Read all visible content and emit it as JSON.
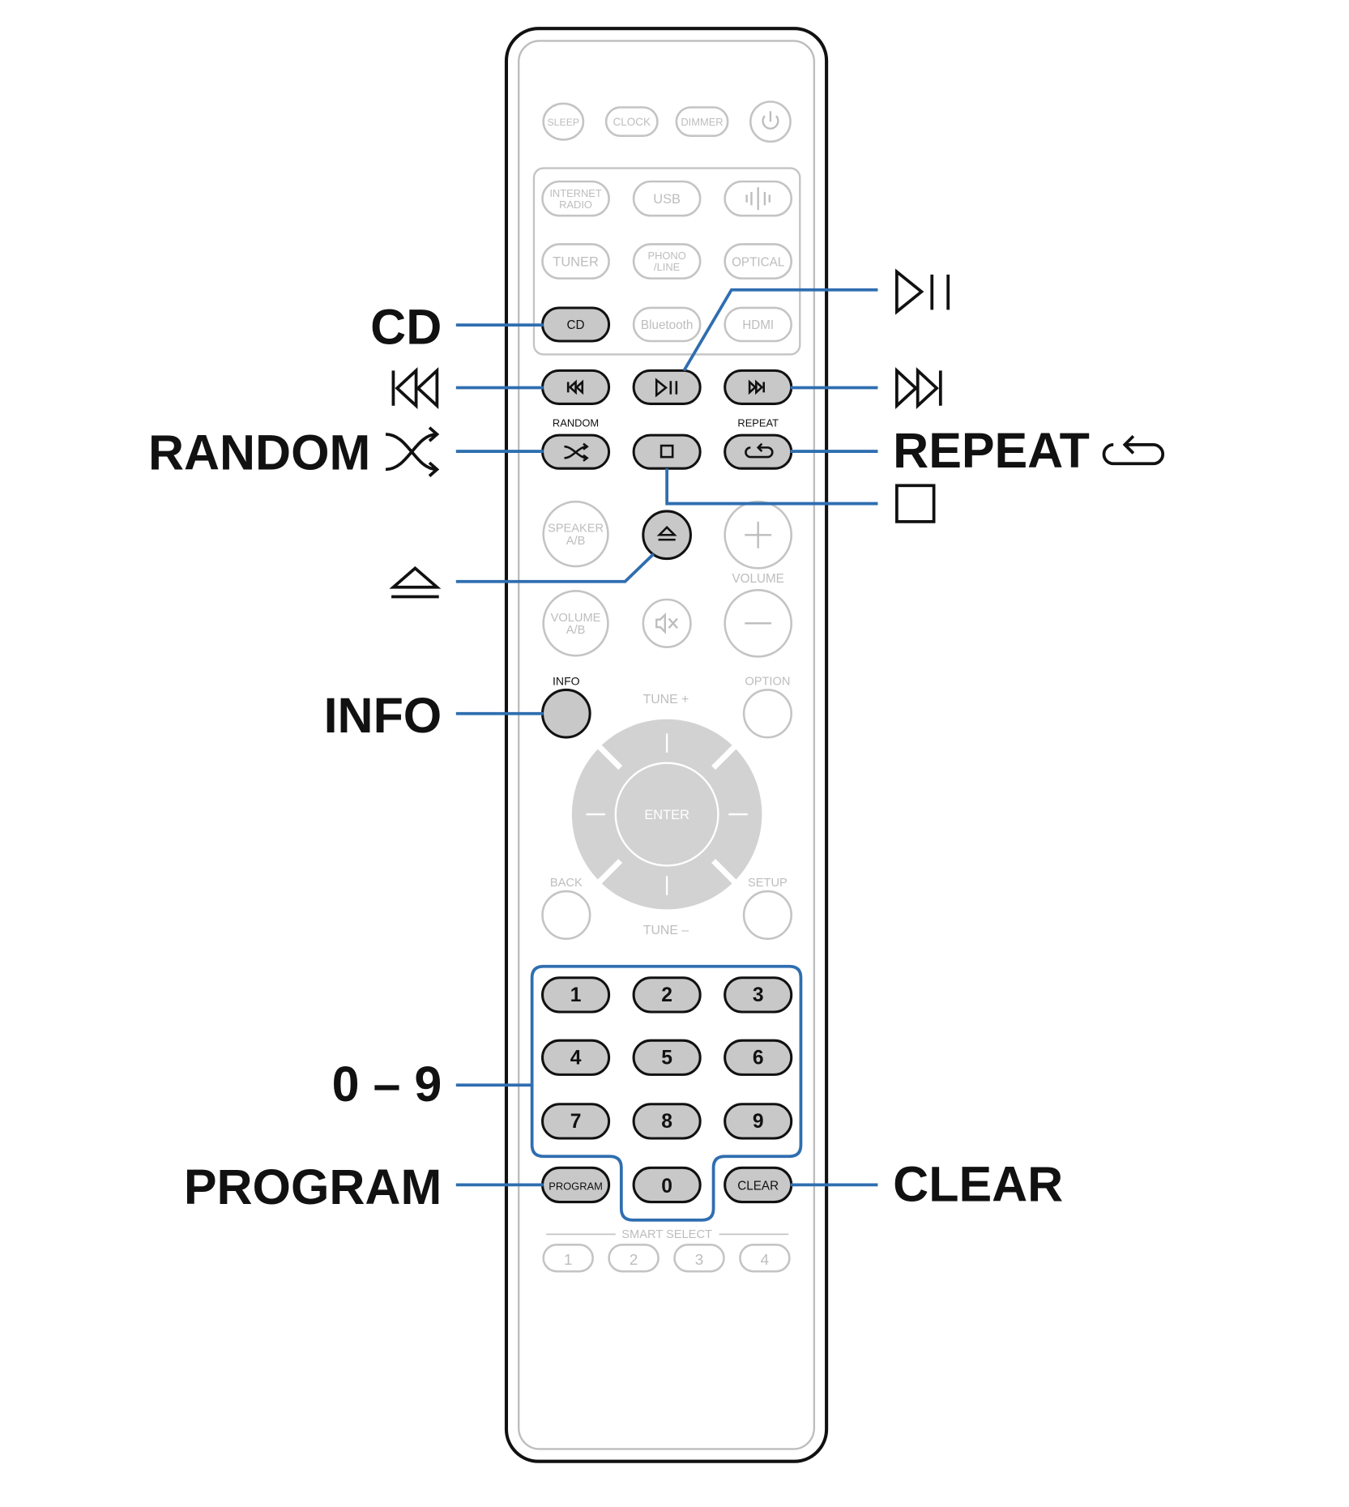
{
  "colors": {
    "callout_line": "#2f6eb0",
    "highlighted_button_fill": "#c8c8c8",
    "inactive_button_stroke": "#c4c4c4",
    "inactive_text": "#bdbdbd",
    "remote_outline": "#111111"
  },
  "remote": {
    "top_row": {
      "sleep": "SLEEP",
      "clock": "CLOCK",
      "dimmer": "DIMMER",
      "power_icon": "power-icon"
    },
    "sources": {
      "internet_radio_1": "INTERNET",
      "internet_radio_2": "RADIO",
      "usb": "USB",
      "heos_icon": "heos-icon",
      "tuner": "TUNER",
      "phono_1": "PHONO",
      "phono_2": "/LINE",
      "optical": "OPTICAL",
      "cd": "CD",
      "bluetooth": "Bluetooth",
      "hdmi": "HDMI"
    },
    "transport": {
      "skip_back_icon": "skip-back-icon",
      "play_pause_icon": "play-pause-icon",
      "skip_forward_icon": "skip-forward-icon",
      "random_label": "RANDOM",
      "repeat_label": "REPEAT",
      "shuffle_icon": "shuffle-icon",
      "stop_icon": "stop-icon",
      "repeat_icon": "repeat-icon"
    },
    "speaker_1": "SPEAKER",
    "speaker_2": "A/B",
    "eject_icon": "eject-icon",
    "volume_plus_icon": "plus-icon",
    "volume_label": "VOLUME",
    "volume_ab_1": "VOLUME",
    "volume_ab_2": "A/B",
    "mute_icon": "mute-icon",
    "volume_minus_icon": "minus-icon",
    "info_label": "INFO",
    "option_label": "OPTION",
    "tune_plus": "TUNE +",
    "enter": "ENTER",
    "back_label": "BACK",
    "setup_label": "SETUP",
    "tune_minus": "TUNE –",
    "keypad": [
      "1",
      "2",
      "3",
      "4",
      "5",
      "6",
      "7",
      "8",
      "9"
    ],
    "program": "PROGRAM",
    "zero": "0",
    "clear": "CLEAR",
    "smart_select": {
      "label": "SMART SELECT",
      "buttons": [
        "1",
        "2",
        "3",
        "4"
      ]
    }
  },
  "callouts": {
    "cd": "CD",
    "skip_back_icon": "skip-back-icon",
    "random": "RANDOM",
    "shuffle_icon": "shuffle-icon",
    "eject_icon": "eject-icon",
    "info": "INFO",
    "digits": "0 – 9",
    "program": "PROGRAM",
    "play_pause_icon": "play-pause-icon",
    "skip_forward_icon": "skip-forward-icon",
    "repeat": "REPEAT",
    "repeat_icon": "repeat-icon",
    "stop_icon": "stop-icon",
    "clear": "CLEAR"
  }
}
